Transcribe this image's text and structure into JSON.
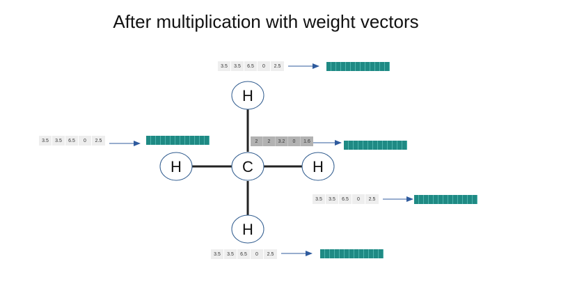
{
  "title": "After multiplication with weight vectors",
  "atoms": {
    "center": "C",
    "top": "H",
    "left": "H",
    "right": "H",
    "bottom": "H"
  },
  "node_vectors": {
    "top": [
      "3.5",
      "3.5",
      "6.5",
      "0",
      "2.5"
    ],
    "left": [
      "3.5",
      "3.5",
      "6.5",
      "0",
      "2.5"
    ],
    "right": [
      "3.5",
      "3.5",
      "6.5",
      "0",
      "2.5"
    ],
    "bottom": [
      "3.5",
      "3.5",
      "6.5",
      "0",
      "2.5"
    ]
  },
  "edge_vector": [
    "2",
    "2",
    "3.2",
    "0",
    "1.6"
  ],
  "colors": {
    "node_circle_stroke": "#2f5b8e",
    "bond": "#222222",
    "arrow": "#2f5b9e",
    "embedding_bar": "#1f8a84",
    "vector_cell": "#eeeeee",
    "edge_vector_cell": "#b2b2b2"
  }
}
